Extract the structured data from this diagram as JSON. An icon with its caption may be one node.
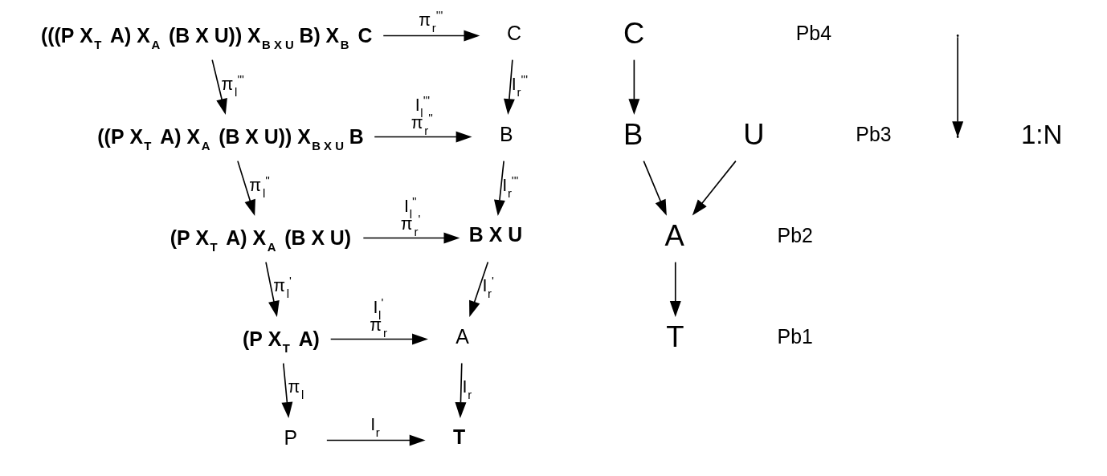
{
  "diagram": {
    "nodes": [
      {
        "text": [
          "(((P X$_{T}$ A) X$_{A}$ (B X U)) X$_{B X U}$ B) X$_{B}$ C"
        ]
      },
      {
        "text": [
          "C"
        ]
      },
      {
        "text": [
          "((P X$_{T}$ A) X$_{A}$ (B X U)) X$_{B X U}$ B"
        ]
      },
      {
        "text": [
          "B"
        ]
      },
      {
        "text": [
          "(P X$_{T}$ A) X$_{A}$ (B X U)"
        ]
      },
      {
        "text": [
          "B X U"
        ]
      },
      {
        "text": [
          "(P X$_{T}$ A)"
        ]
      },
      {
        "text": [
          "A"
        ]
      },
      {
        "text": [
          "P"
        ]
      },
      {
        "text": [
          "T"
        ]
      },
      {
        "text": [
          "C"
        ]
      },
      {
        "text": [
          "B"
        ]
      },
      {
        "text": [
          "U"
        ]
      },
      {
        "text": [
          "A"
        ]
      },
      {
        "text": [
          "T"
        ]
      }
    ],
    "edges": [
      {
        "from": 0,
        "to": 1,
        "arrow": "to",
        "label": "π$_{r}$$^{'''}$"
      },
      {
        "from": 0,
        "to": 2,
        "arrow": "to",
        "label": "π$_{l}$$^{'''}$"
      },
      {
        "from": 1,
        "to": 3,
        "arrow": "to",
        "label": "I$_{r}$$^{'''}$"
      },
      {
        "from": 2,
        "to": 3,
        "arrow": "to",
        "label": "I$_{l}$$^{'''}$ π$_{r}$$^{''}$"
      },
      {
        "from": 2,
        "to": 4,
        "arrow": "to",
        "label": "π$_{l}$$^{''}$"
      },
      {
        "from": 3,
        "to": 5,
        "arrow": "to",
        "label": "I$_{r}$$^{'''}$"
      },
      {
        "from": 4,
        "to": 5,
        "arrow": "to",
        "label": "I$_{l}$$^{''}$ π$_{r}$$^{'}$"
      },
      {
        "from": 4,
        "to": 6,
        "arrow": "to",
        "label": "π$_{l}$$^{'}$"
      },
      {
        "from": 5,
        "to": 7,
        "arrow": "to",
        "label": "I$_{r}$$^{'}$"
      },
      {
        "from": 6,
        "to": 7,
        "arrow": "to",
        "label": "I$_{l}$$^{'}$ π$_{r}$"
      },
      {
        "from": 6,
        "to": 8,
        "arrow": "to",
        "label": "π$_{l}$"
      },
      {
        "from": 7,
        "to": 9,
        "arrow": "to",
        "label": "I$_{r}$"
      },
      {
        "from": 8,
        "to": 9,
        "arrow": "to",
        "label": "I$_{r}$"
      },
      {
        "from": 10,
        "to": 11,
        "arrow": "to"
      },
      {
        "from": 11,
        "to": 13,
        "arrow": "to"
      },
      {
        "from": 12,
        "to": 13,
        "arrow": "to"
      },
      {
        "from": 13,
        "to": 14,
        "arrow": "to"
      }
    ],
    "labels": [
      "Pb4",
      "Pb3",
      "Pb2",
      "Pb1"
    ],
    "legend": [
      {
        "text": "1:N"
      }
    ]
  }
}
